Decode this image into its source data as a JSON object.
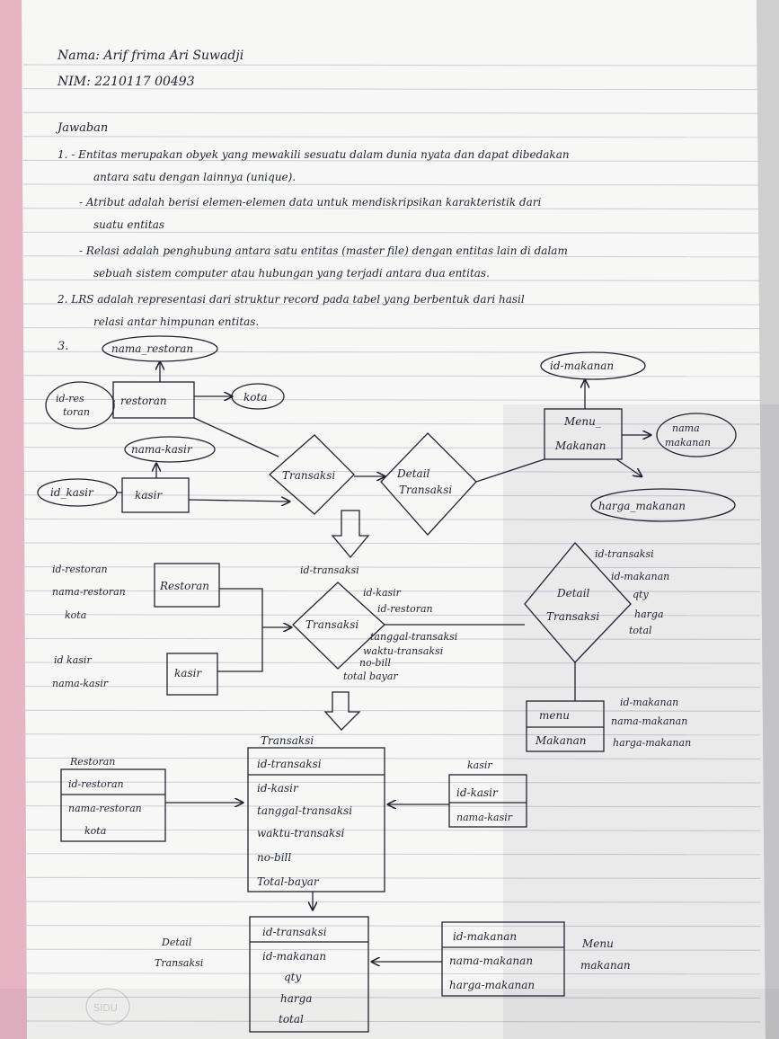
{
  "header": {
    "name": "Nama: Arif frima Ari Suwadji",
    "nim": "NIM: 2210117 00493",
    "jawaban": "Jawaban"
  },
  "answers": {
    "a1_line1": "1. - Entitas merupakan obyek yang mewakili sesuatu dalam dunia nyata dan dapat dibedakan",
    "a1_line2": "antara satu dengan lainnya (unique).",
    "a1b_line1": "- Atribut adalah berisi elemen-elemen data untuk mendiskripsikan karakteristik dari",
    "a1b_line2": "suatu entitas",
    "a1c_line1": "- Relasi adalah penghubung antara satu entitas (master file) dengan entitas lain di dalam",
    "a1c_line2": "sebuah sistem computer atau hubungan yang terjadi antara dua entitas.",
    "a2_line1": "2. LRS adalah representasi dari struktur record pada tabel yang berbentuk dari hasil",
    "a2_line2": "relasi antar himpunan entitas.",
    "a3": "3."
  },
  "erd": {
    "restoran": "restoran",
    "nama_restoran": "nama_restoran",
    "id_restoran": "id-restoran",
    "kota": "kota",
    "kasir": "kasir",
    "nama_kasir": "nama-kasir",
    "id_kasir": "id_kasir",
    "transaksi": "Transaksi",
    "detail": "Detail",
    "transaksi2": "Transaksi",
    "menu": "Menu_",
    "makanan": "Makanan",
    "id_makanan": "id-makanan",
    "nama_makanan_1": "nama",
    "nama_makanan_2": "makanan",
    "harga_makanan": "harga_makanan"
  },
  "mid": {
    "left_attrs": [
      "id-restoran",
      "nama-restoran",
      "kota"
    ],
    "restoran_box": "Restoran",
    "kasir_attrs": [
      "id kasir",
      "nama-kasir"
    ],
    "kasir_box": "kasir",
    "transaksi_attrs": [
      "id-transaksi",
      "id-kasir",
      "id-restoran"
    ],
    "transaksi_diamond": "Transaksi",
    "transaksi_attrs_below": [
      "tanggal-transaksi",
      "waktu-transaksi",
      "no-bill",
      "total bayar"
    ],
    "detail_diamond_1": "Detail",
    "detail_diamond_2": "Transaksi",
    "detail_attrs": [
      "id-transaksi",
      "id-makanan",
      "qty",
      "harga",
      "total"
    ],
    "menu_box_1": "menu",
    "menu_box_2": "Makanan",
    "menu_attrs": [
      "id-makanan",
      "nama-makanan",
      "harga-makanan"
    ]
  },
  "lrs": {
    "restoran_title": "Restoran",
    "restoran_fields": [
      "id-restoran",
      "nama-restoran",
      "kota"
    ],
    "transaksi_title": "Transaksi",
    "transaksi_fields": [
      "id-transaksi",
      "id-kasir",
      "tanggal-transaksi",
      "waktu-transaksi",
      "no-bill",
      "Total-bayar"
    ],
    "kasir_title": "kasir",
    "kasir_fields": [
      "id-kasir",
      "nama-kasir"
    ],
    "detail_title_1": "Detail",
    "detail_title_2": "Transaksi",
    "detail_fields": [
      "id-transaksi",
      "id-makanan",
      "qty",
      "harga",
      "total"
    ],
    "menu_fields": [
      "id-makanan",
      "nama-makanan",
      "harga-makanan"
    ],
    "menu_title_1": "Menu",
    "menu_title_2": "makanan"
  },
  "watermark": "SIDU"
}
